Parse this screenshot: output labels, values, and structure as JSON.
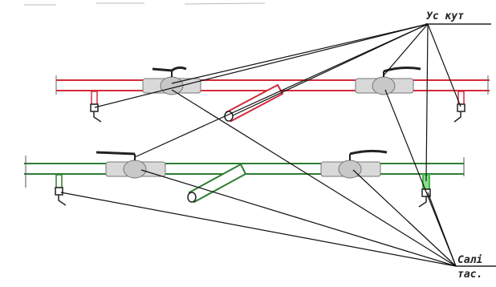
{
  "labels": {
    "top_right": "Ус кут",
    "bottom_right_line1": "Салі",
    "bottom_right_line2": "тас."
  },
  "colors": {
    "hot_pipe": "#d42a3a",
    "cold_pipe": "#2e7d32",
    "leader_line": "#111111",
    "valve_body": "#bfbfbf",
    "highlight_green": "#3fbf4a"
  }
}
